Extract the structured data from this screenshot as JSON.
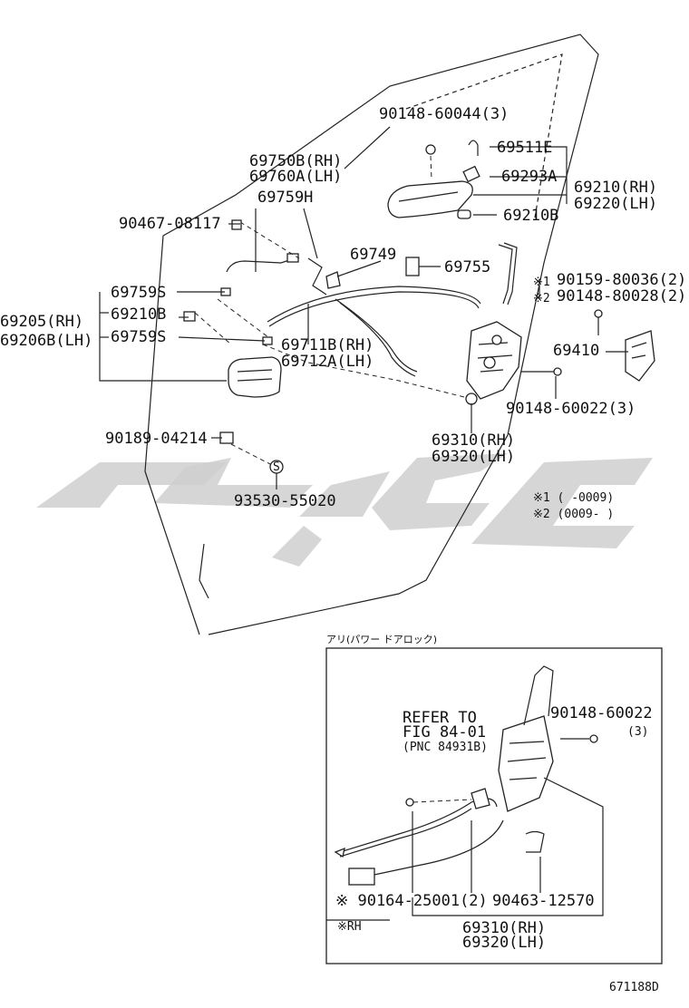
{
  "labels": {
    "p90148_60044": "90148-60044(3)",
    "p69511e": "69511E",
    "p69293a": "69293A",
    "p69210rh": "69210(RH)",
    "p69220lh": "69220(LH)",
    "p69210b_top": "69210B",
    "p69750b": "69750B(RH)",
    "p69760a": "69760A(LH)",
    "p69759h": "69759H",
    "p90467": "90467-08117",
    "p69749": "69749",
    "p69755": "69755",
    "p90159": "90159-80036(2)",
    "p90148_80028": "90148-80028(2)",
    "mark1": "※1",
    "mark2": "※2",
    "p69759s_a": "69759S",
    "p69205": "69205(RH)",
    "p69210b_left": "69210B",
    "p69206b": "69206B(LH)",
    "p69759s_b": "69759S",
    "p69711b": "69711B(RH)",
    "p69712a": "69712A(LH)",
    "p69410": "69410",
    "p90148_60022": "90148-60022(3)",
    "p90189": "90189-04214",
    "p69310": "69310(RH)",
    "p69320": "69320(LH)",
    "p93530": "93530-55020",
    "s_mark": "S",
    "note1": "※1 (    -0009)",
    "note2": "※2 (0009-     )",
    "inset_title": "アリ(パワー ドアロック)",
    "refer1": "REFER TO",
    "refer2": "FIG 84-01",
    "refer3": "(PNC 84931B)",
    "inset_90148": "90148-60022",
    "inset_qty": "(3)",
    "inset_90164": "※ 90164-25001(2)",
    "inset_90463": "90463-12570",
    "inset_69310": "69310(RH)",
    "inset_69320": "69320(LH)",
    "inset_rh": "※RH",
    "figure_id": "671188D"
  }
}
